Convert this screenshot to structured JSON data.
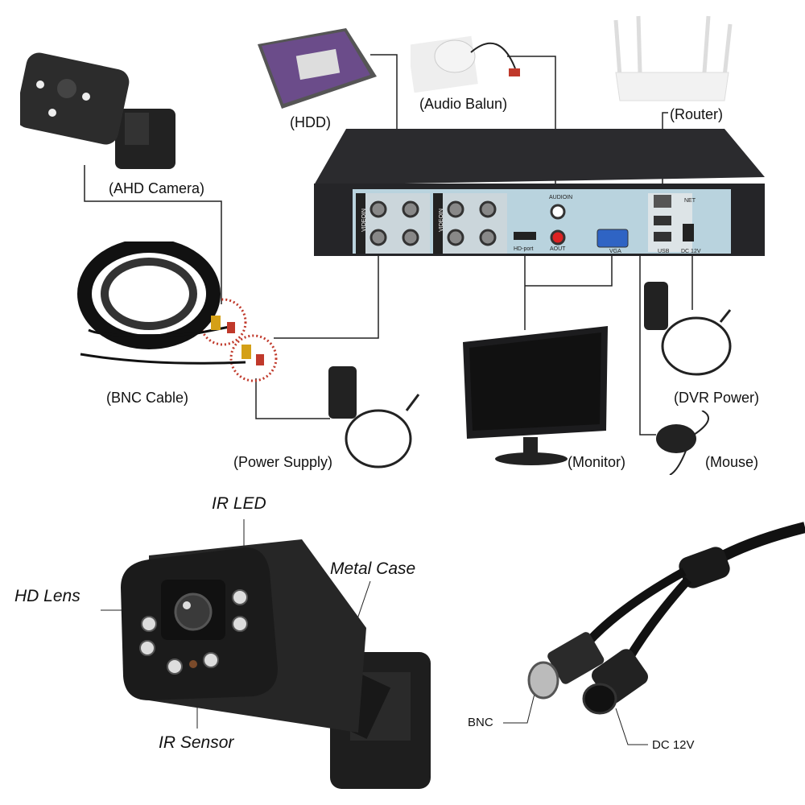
{
  "top_labels": {
    "hdd": "(HDD)",
    "audio_balun": "(Audio Balun)",
    "router": "(Router)",
    "ahd_camera": "(AHD Camera)",
    "bnc_cable": "(BNC Cable)",
    "power_supply": "(Power Supply)",
    "monitor": "(Monitor)",
    "mouse": "(Mouse)",
    "dvr_power": "(DVR Power)"
  },
  "dvr_panel": {
    "videoin_1": "VIDEOIN",
    "videoin_2": "VIDEOIN",
    "audio_in": "AUDIOIN",
    "audio_out": "AOUT",
    "hd_port": "HD-port",
    "vga": "VGA",
    "net": "NET",
    "usb": "USB",
    "dc": "DC 12V"
  },
  "camera_labels": {
    "ir_led": "IR LED",
    "hd_lens": "HD Lens",
    "metal_case": "Metal Case",
    "ir_sensor": "IR Sensor"
  },
  "cable_labels": {
    "bnc": "BNC",
    "dc": "DC 12V"
  },
  "colors": {
    "panel": "#b9d3de",
    "dvr_body": "#2b2b2e",
    "hdd_purple": "#6b4c8a"
  }
}
